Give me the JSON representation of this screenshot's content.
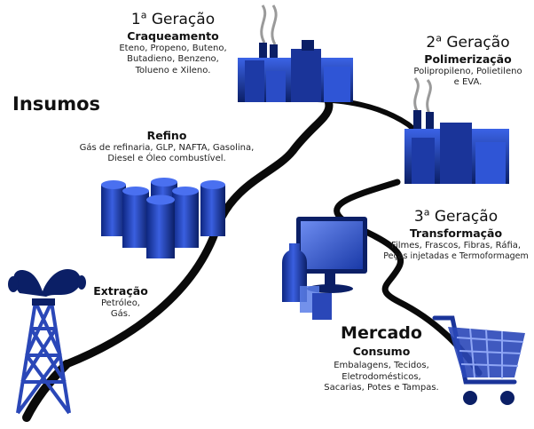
{
  "title": "Insumos",
  "colors": {
    "primary_blue": "#2a47b8",
    "dark_blue": "#0b1f66",
    "road": "#0a0a0a",
    "steam": "#9a9a9a"
  },
  "stages": {
    "extracao": {
      "heading": "Extração",
      "desc_lines": [
        "Petróleo,",
        "Gás."
      ],
      "icon": "oil-rig-icon"
    },
    "refino": {
      "heading": "Refino",
      "desc_lines": [
        "Gás de refinaria, GLP, NAFTA, Gasolina,",
        "Diesel e Óleo combustível."
      ],
      "icon": "storage-tanks-icon"
    },
    "primeira": {
      "ordinal": "1",
      "sup": "a",
      "gen_word": " Geração",
      "process": "Craqueamento",
      "desc_lines": [
        "Eteno, Propeno, Buteno,",
        "Butadieno, Benzeno,",
        "Tolueno e Xileno."
      ],
      "icon": "factory-icon"
    },
    "segunda": {
      "ordinal": "2",
      "sup": "a",
      "gen_word": " Geração",
      "process": "Polimerização",
      "desc_lines": [
        "Polipropileno, Polietileno",
        "e EVA."
      ],
      "icon": "factory-icon"
    },
    "terceira": {
      "ordinal": "3",
      "sup": "a",
      "gen_word": " Geração",
      "process": "Transformação",
      "desc_lines": [
        "Filmes, Frascos, Fibras, Ráfia,",
        "Peças injetadas  e Termoformagem"
      ],
      "icon": "computer-and-containers-icon"
    },
    "mercado": {
      "heading": "Mercado",
      "process": "Consumo",
      "desc_lines": [
        "Embalagens, Tecidos,",
        "Eletrodomésticos,",
        "Sacarias, Potes e Tampas."
      ],
      "icon": "shopping-cart-icon"
    }
  }
}
